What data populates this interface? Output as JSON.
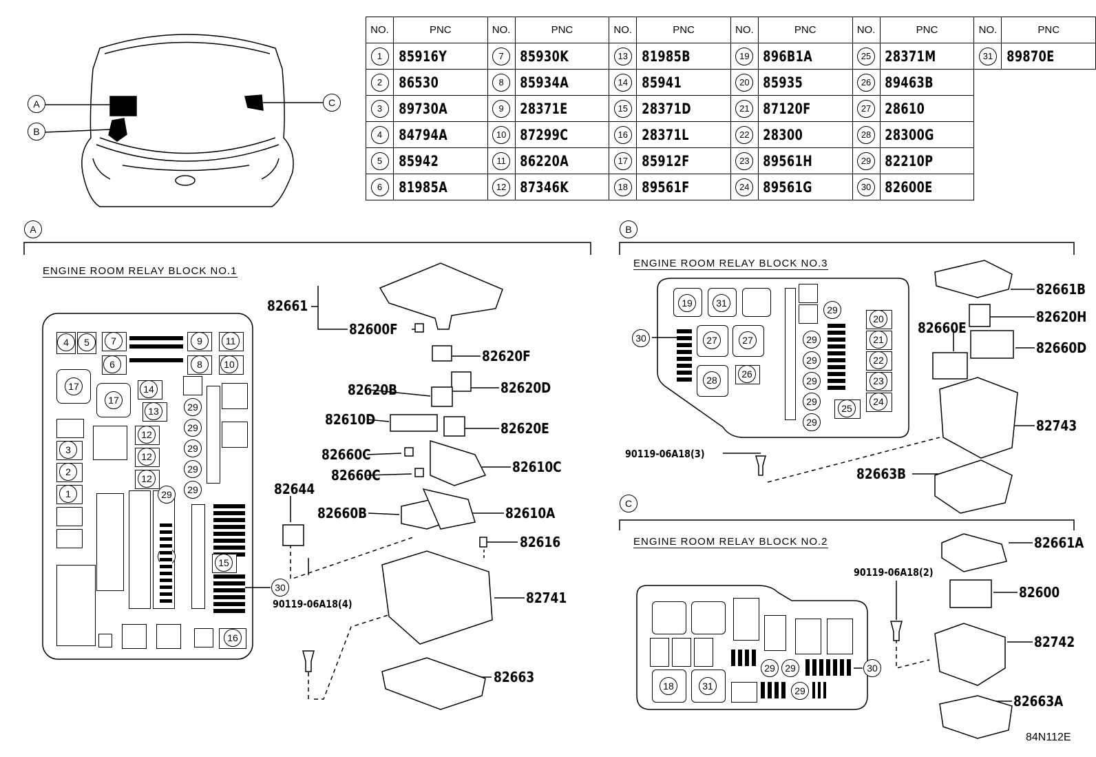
{
  "table": {
    "headers": [
      "NO.",
      "PNC"
    ],
    "columns": [
      [
        {
          "no": "1",
          "pnc": "85916Y"
        },
        {
          "no": "2",
          "pnc": "86530"
        },
        {
          "no": "3",
          "pnc": "89730A"
        },
        {
          "no": "4",
          "pnc": "84794A"
        },
        {
          "no": "5",
          "pnc": "85942"
        },
        {
          "no": "6",
          "pnc": "81985A"
        }
      ],
      [
        {
          "no": "7",
          "pnc": "85930K"
        },
        {
          "no": "8",
          "pnc": "85934A"
        },
        {
          "no": "9",
          "pnc": "28371E"
        },
        {
          "no": "10",
          "pnc": "87299C"
        },
        {
          "no": "11",
          "pnc": "86220A"
        },
        {
          "no": "12",
          "pnc": "87346K"
        }
      ],
      [
        {
          "no": "13",
          "pnc": "81985B"
        },
        {
          "no": "14",
          "pnc": "85941"
        },
        {
          "no": "15",
          "pnc": "28371D"
        },
        {
          "no": "16",
          "pnc": "28371L"
        },
        {
          "no": "17",
          "pnc": "85912F"
        },
        {
          "no": "18",
          "pnc": "89561F"
        }
      ],
      [
        {
          "no": "19",
          "pnc": "896B1A"
        },
        {
          "no": "20",
          "pnc": "85935"
        },
        {
          "no": "21",
          "pnc": "87120F"
        },
        {
          "no": "22",
          "pnc": "28300"
        },
        {
          "no": "23",
          "pnc": "89561H"
        },
        {
          "no": "24",
          "pnc": "89561G"
        }
      ],
      [
        {
          "no": "25",
          "pnc": "28371M"
        },
        {
          "no": "26",
          "pnc": "89463B"
        },
        {
          "no": "27",
          "pnc": "28610"
        },
        {
          "no": "28",
          "pnc": "28300G"
        },
        {
          "no": "29",
          "pnc": "82210P"
        },
        {
          "no": "30",
          "pnc": "82600E"
        }
      ],
      [
        {
          "no": "31",
          "pnc": "89870E"
        }
      ]
    ]
  },
  "locator": {
    "A": "A",
    "B": "B",
    "C": "C"
  },
  "sections": {
    "A": {
      "letter": "A",
      "title": "ENGINE ROOM RELAY BLOCK NO.1"
    },
    "B": {
      "letter": "B",
      "title": "ENGINE ROOM RELAY BLOCK NO.3"
    },
    "C": {
      "letter": "C",
      "title": "ENGINE ROOM RELAY BLOCK NO.2"
    }
  },
  "partsA": [
    "82661",
    "82600F",
    "82620F",
    "82620D",
    "82620B",
    "82610D",
    "82620E",
    "82660C",
    "82660C",
    "82610C",
    "82644",
    "82660B",
    "82610A",
    "82616",
    "30",
    "90119-06A18(4)",
    "82741",
    "82663"
  ],
  "partsB": [
    "82661B",
    "82620H",
    "82660E",
    "82660D",
    "82743",
    "30",
    "90119-06A18(3)",
    "82663B"
  ],
  "partsC": [
    "82661A",
    "90119-06A18(2)",
    "82600",
    "82742",
    "30",
    "82663A"
  ],
  "diagA": [
    "4",
    "5",
    "7",
    "9",
    "11",
    "6",
    "8",
    "10",
    "17",
    "17",
    "14",
    "13",
    "29",
    "29",
    "29",
    "29",
    "29",
    "12",
    "12",
    "12",
    "3",
    "2",
    "1",
    "29",
    "29",
    "15",
    "16"
  ],
  "diagB": [
    "19",
    "31",
    "27",
    "27",
    "28",
    "26",
    "29",
    "29",
    "29",
    "29",
    "29",
    "29",
    "20",
    "21",
    "22",
    "23",
    "24",
    "25"
  ],
  "diagC": [
    "18",
    "31",
    "29",
    "29",
    "29"
  ],
  "figure_id": "84N112E"
}
